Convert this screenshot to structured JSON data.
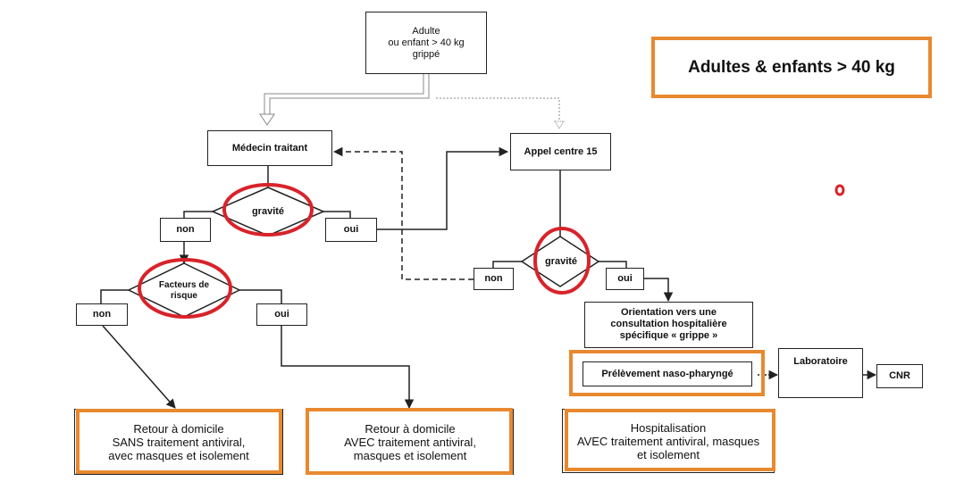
{
  "title": "Adultes & enfants > 40 kg",
  "nodes": {
    "start": "Adulte\nou enfant > 40 kg\ngrippé",
    "medecin": "Médecin traitant",
    "appel": "Appel centre 15",
    "gravite_left": "gravité",
    "non_left": "non",
    "oui_left": "oui",
    "facteurs": "Facteurs de\nrisque",
    "non_facteurs": "non",
    "oui_facteurs": "oui",
    "gravite_right": "gravité",
    "non_right": "non",
    "oui_right": "oui",
    "orientation": "Orientation vers une\nconsultation hospitalière\nspécifique « grippe »",
    "prelevement": "Prélèvement naso-pharyngé",
    "laboratoire": "Laboratoire",
    "cnr": "CNR",
    "retour_sans": "Retour à domicile\nSANS traitement antiviral,\navec masques et isolement",
    "retour_avec": "Retour à domicile\nAVEC traitement antiviral,\nmasques et isolement",
    "hospitalisation": "Hospitalisation\nAVEC traitement antiviral, masques\net isolement"
  },
  "colors": {
    "highlight_orange": "#e8892f",
    "highlight_red": "#d8232a",
    "line": "#222222"
  }
}
